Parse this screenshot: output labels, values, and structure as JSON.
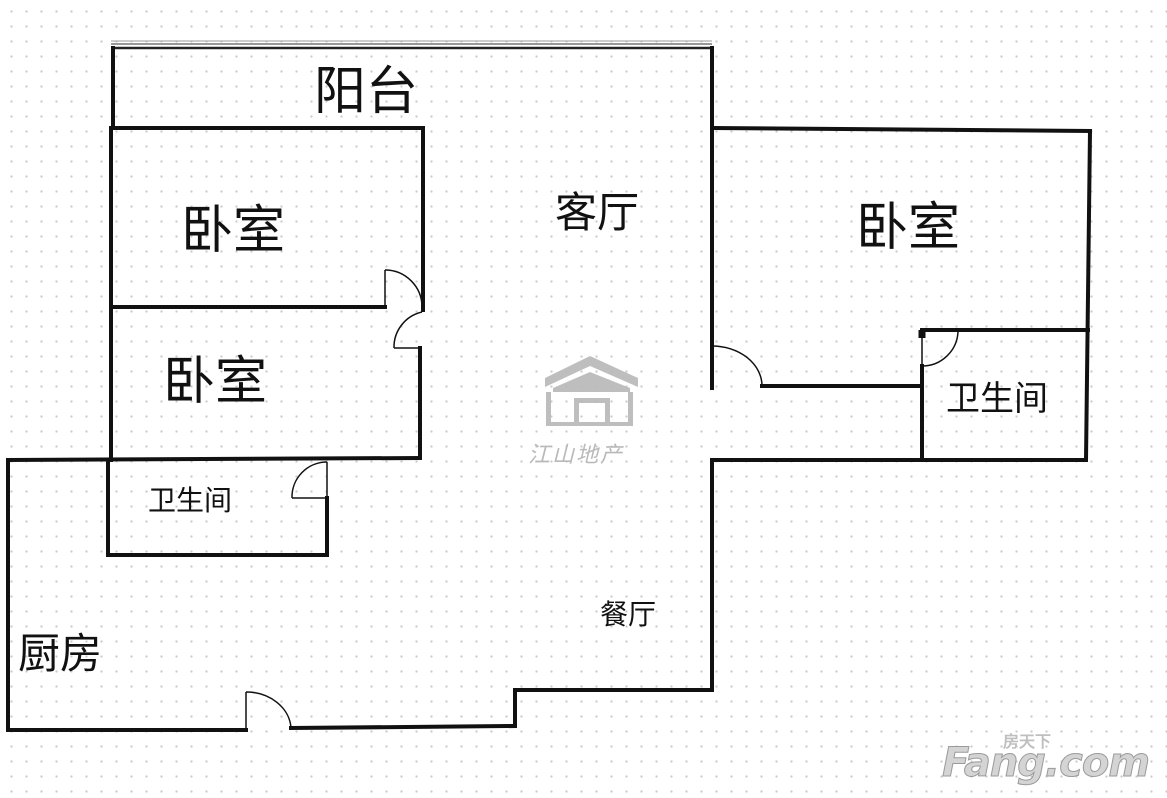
{
  "rooms": {
    "balcony": "阳台",
    "living_room": "客厅",
    "bedroom_top_left": "卧室",
    "bedroom_mid_left": "卧室",
    "bedroom_right": "卧室",
    "bathroom_left": "卫生间",
    "bathroom_right": "卫生间",
    "dining_room": "餐厅",
    "kitchen": "厨房"
  },
  "watermark": {
    "text": "江山地产"
  },
  "brand": {
    "site_chinese": "房天下",
    "site_logo": "Fang.com"
  },
  "colors": {
    "wall": "#111111",
    "watermark": "#b9b9b9"
  }
}
